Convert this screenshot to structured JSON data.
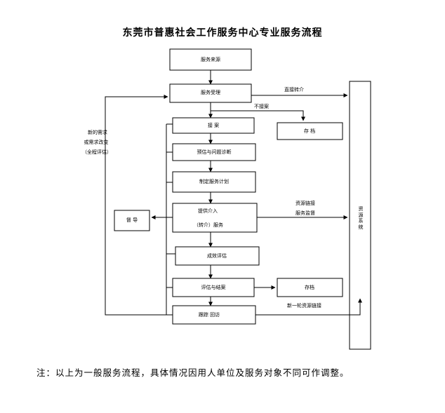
{
  "title": "东莞市普惠社会工作服务中心专业服务流程",
  "note": "注：以上为一般服务流程，具体情况因用人单位及服务对象不同可作调整。",
  "nodes": {
    "source": "服务来源",
    "intake": "服务受理",
    "case_open": "接  案",
    "assessment": "预估与问题诊断",
    "plan": "制定服务计划",
    "intervention_line1": "提供介入",
    "intervention_line2": "（转介）服务",
    "outcome": "成效评估",
    "closing": "评估与结案",
    "followup": "跟踪  回访",
    "archive1": "存  档",
    "archive2": "存档",
    "escort": "督  导",
    "resource_system": "资源系统"
  },
  "labels": {
    "direct_referral": "直接转介",
    "not_accepted": "不接案",
    "resource_link": "资源链接",
    "service_supervision": "服务监督",
    "new_round": "新一轮资源链接",
    "reassess_line1": "新的需求",
    "reassess_line2": "或需求改变",
    "reassess_line3": "（全程评估）"
  }
}
